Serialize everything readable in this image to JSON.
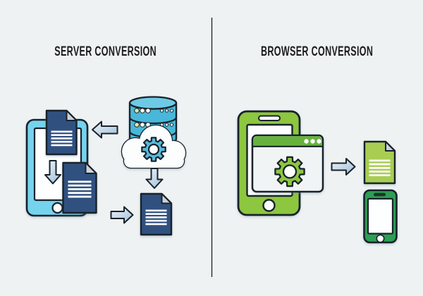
{
  "left_panel": {
    "title": "SERVER CONVERSION",
    "icon_names": [
      "tablet-icon",
      "blue-document-icon",
      "down-arrow-icon",
      "blue-document-icon",
      "left-arrow-icon",
      "database-icon",
      "cloud-icon",
      "gear-icon",
      "down-arrow-icon",
      "right-arrow-icon",
      "blue-document-icon"
    ]
  },
  "right_panel": {
    "title": "BROWSER CONVERSION",
    "icon_names": [
      "smartphone-icon",
      "browser-window-icon",
      "gear-icon",
      "right-arrow-icon",
      "green-document-icon",
      "smartphone-icon"
    ]
  },
  "divider": {
    "style": "thin-vertical-line"
  },
  "colors": {
    "background": "#eef2f3",
    "divider": "#2a2a2a",
    "title_text": "#1d1d1d",
    "outline": "#18222b",
    "blue_device": "#76d3ee",
    "screen_white": "#fcfeff",
    "blue_document": "#305180",
    "fold_gray": "#cbd2da",
    "line_white": "#ffffff",
    "database_body": "#49b7d9",
    "database_top": "#6ecae4",
    "db_dot_accent": "#dce8a9",
    "db_dot": "#fbfcf2",
    "cloud_white": "#fcfdfd",
    "gear_blue": "#56badb",
    "arrow_light": "#eff4f9",
    "arrow_dark": "#a5c3db",
    "green_phone": "#8dc63f",
    "window_body": "#f1f4f4",
    "window_bar": "#67b23d",
    "gear_green": "#8dc63f",
    "green_document": "#a8cd52",
    "small_phone_green": "#2d9e53",
    "speaker_dark": "#1d3526"
  }
}
